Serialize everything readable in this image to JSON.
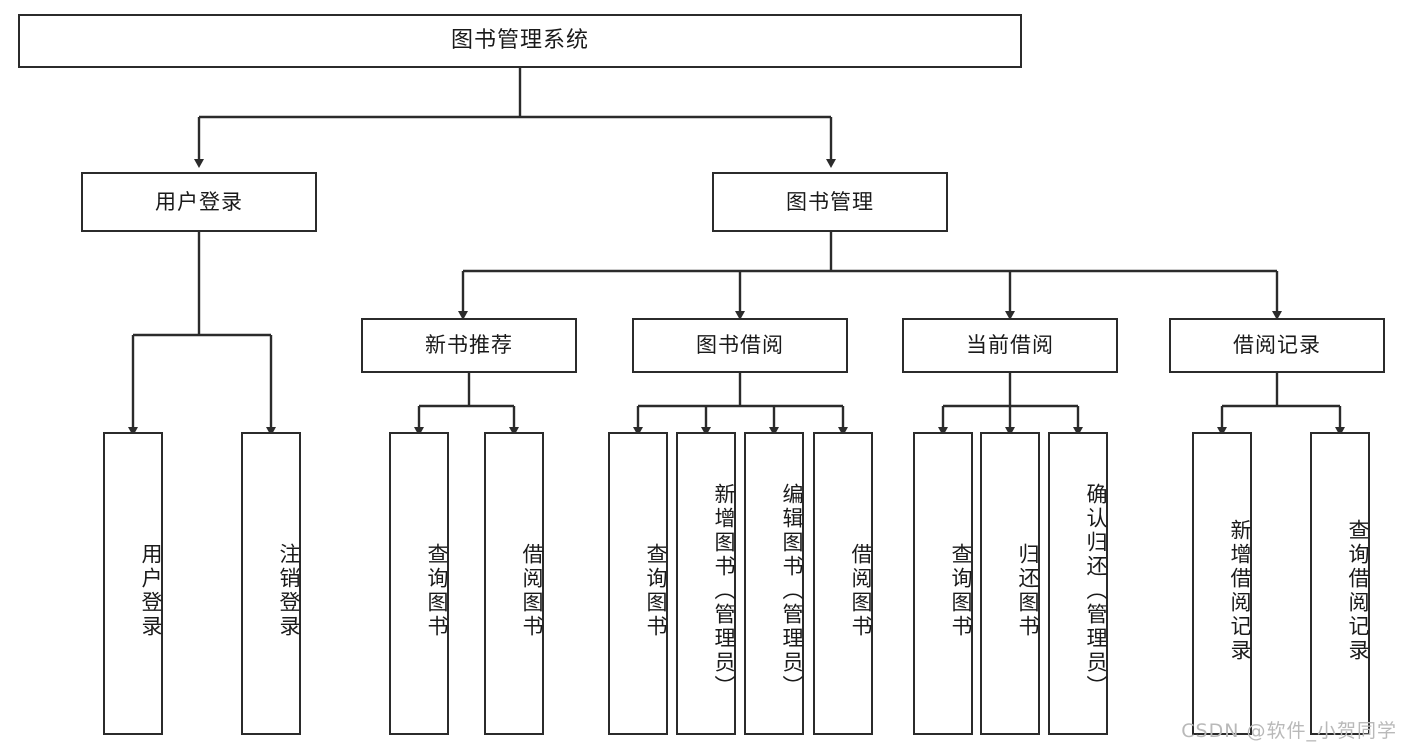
{
  "diagram": {
    "title": "图书管理系统",
    "type": "功能结构图",
    "root": {
      "id": "root",
      "label": "图书管理系统"
    },
    "level2": [
      {
        "id": "user-login",
        "label": "用户登录"
      },
      {
        "id": "book-manage",
        "label": "图书管理"
      }
    ],
    "level3": [
      {
        "id": "new-book-recommend",
        "label": "新书推荐",
        "parent": "book-manage"
      },
      {
        "id": "book-borrow",
        "label": "图书借阅",
        "parent": "book-manage"
      },
      {
        "id": "current-borrow",
        "label": "当前借阅",
        "parent": "book-manage"
      },
      {
        "id": "borrow-record",
        "label": "借阅记录",
        "parent": "book-manage"
      }
    ],
    "leaves": {
      "user-login": [
        {
          "id": "leaf-user-login",
          "label": "用户登录"
        },
        {
          "id": "leaf-logout",
          "label": "注销登录"
        }
      ],
      "new-book-recommend": [
        {
          "id": "leaf-query-book-1",
          "label": "查询图书"
        },
        {
          "id": "leaf-borrow-book-1",
          "label": "借阅图书"
        }
      ],
      "book-borrow": [
        {
          "id": "leaf-query-book-2",
          "label": "查询图书"
        },
        {
          "id": "leaf-add-book",
          "label": "新增图书（管理员）"
        },
        {
          "id": "leaf-edit-book",
          "label": "编辑图书（管理员）"
        },
        {
          "id": "leaf-borrow-book-2",
          "label": "借阅图书"
        }
      ],
      "current-borrow": [
        {
          "id": "leaf-query-book-3",
          "label": "查询图书"
        },
        {
          "id": "leaf-return-book",
          "label": "归还图书"
        },
        {
          "id": "leaf-confirm-return",
          "label": "确认归还（管理员）"
        }
      ],
      "borrow-record": [
        {
          "id": "leaf-add-record",
          "label": "新增借阅记录"
        },
        {
          "id": "leaf-query-record",
          "label": "查询借阅记录"
        }
      ]
    },
    "colors": {
      "stroke": "#2b2b2b",
      "fill": "#ffffff",
      "text": "#1a1a1a",
      "watermark": "#b9b9b9"
    }
  },
  "watermark": {
    "text": "CSDN @软件_小贺同学"
  }
}
